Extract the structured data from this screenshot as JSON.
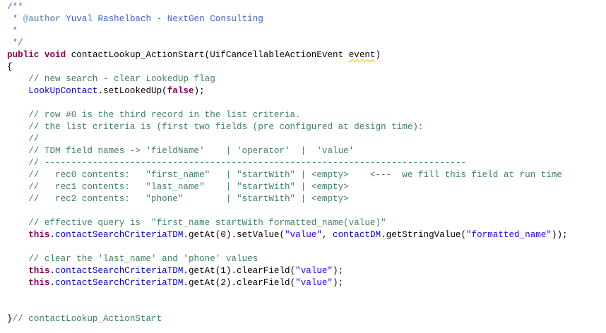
{
  "colors": {
    "comment": "#3F7F5F",
    "javadoc": "#3F5FBF",
    "javadoc_tag": "#7F9FBF",
    "keyword": "#7F0055",
    "field": "#0000C0",
    "string": "#2A00FF"
  },
  "code_lines": [
    [
      [
        "d",
        "/**"
      ]
    ],
    [
      [
        "d",
        " * "
      ],
      [
        "t",
        "@author"
      ],
      [
        "d",
        " Yuval Rashelbach - NextGen Consulting"
      ]
    ],
    [
      [
        "d",
        " *"
      ]
    ],
    [
      [
        "d",
        " */"
      ]
    ],
    [
      [
        "k",
        "public"
      ],
      [
        "p",
        " "
      ],
      [
        "k",
        "void"
      ],
      [
        "p",
        " contactLookup_ActionStart(UifCancellableActionEvent "
      ],
      [
        "w",
        "event"
      ],
      [
        "p",
        ")"
      ]
    ],
    [
      [
        "p",
        "{"
      ]
    ],
    [
      [
        "p",
        "    "
      ],
      [
        "c",
        "// new search - clear LookedUp flag"
      ]
    ],
    [
      [
        "p",
        "    "
      ],
      [
        "f",
        "LookUpContact"
      ],
      [
        "p",
        ".setLookedUp("
      ],
      [
        "k",
        "false"
      ],
      [
        "p",
        ");"
      ]
    ],
    [],
    [
      [
        "p",
        "    "
      ],
      [
        "c",
        "// row #0 is the third record in the list criteria."
      ]
    ],
    [
      [
        "p",
        "    "
      ],
      [
        "c",
        "// the list criteria is (first two fields (pre configured at design time):"
      ]
    ],
    [
      [
        "p",
        "    "
      ],
      [
        "c",
        "//"
      ]
    ],
    [
      [
        "p",
        "    "
      ],
      [
        "c",
        "// TDM field names -> 'fieldName'    | 'operator'  |  'value'"
      ]
    ],
    [
      [
        "p",
        "    "
      ],
      [
        "c",
        "// -------------------------------------------------------------------------------"
      ]
    ],
    [
      [
        "p",
        "    "
      ],
      [
        "c",
        "//   rec0 contents:   \"first_name\"   | \"startWith\" | <empty>    <---  we fill this field at run time"
      ]
    ],
    [
      [
        "p",
        "    "
      ],
      [
        "c",
        "//   rec1 contents:   \"last_name\"    | \"startWith\" | <empty>"
      ]
    ],
    [
      [
        "p",
        "    "
      ],
      [
        "c",
        "//   rec2 contents:   \"phone\"        | \"startWith\" | <empty>"
      ]
    ],
    [],
    [
      [
        "p",
        "    "
      ],
      [
        "c",
        "// effective query is  \"first_name startWith formatted_name(value)\""
      ]
    ],
    [
      [
        "p",
        "    "
      ],
      [
        "k",
        "this"
      ],
      [
        "p",
        "."
      ],
      [
        "f",
        "contactSearchCriteriaTDM"
      ],
      [
        "p",
        ".getAt(0).setValue("
      ],
      [
        "s",
        "\"value\""
      ],
      [
        "p",
        ", "
      ],
      [
        "f",
        "contactDM"
      ],
      [
        "p",
        ".getStringValue("
      ],
      [
        "s",
        "\"formatted_name\""
      ],
      [
        "p",
        "));"
      ]
    ],
    [],
    [
      [
        "p",
        "    "
      ],
      [
        "c",
        "// clear the 'last_name' and 'phone' values"
      ]
    ],
    [
      [
        "p",
        "    "
      ],
      [
        "k",
        "this"
      ],
      [
        "p",
        "."
      ],
      [
        "f",
        "contactSearchCriteriaTDM"
      ],
      [
        "p",
        ".getAt(1).clearField("
      ],
      [
        "s",
        "\"value\""
      ],
      [
        "p",
        ");"
      ]
    ],
    [
      [
        "p",
        "    "
      ],
      [
        "k",
        "this"
      ],
      [
        "p",
        "."
      ],
      [
        "f",
        "contactSearchCriteriaTDM"
      ],
      [
        "p",
        ".getAt(2).clearField("
      ],
      [
        "s",
        "\"value\""
      ],
      [
        "p",
        ");"
      ]
    ],
    [],
    [],
    [
      [
        "p",
        "}"
      ],
      [
        "c",
        "// contactLookup_ActionStart"
      ]
    ]
  ]
}
